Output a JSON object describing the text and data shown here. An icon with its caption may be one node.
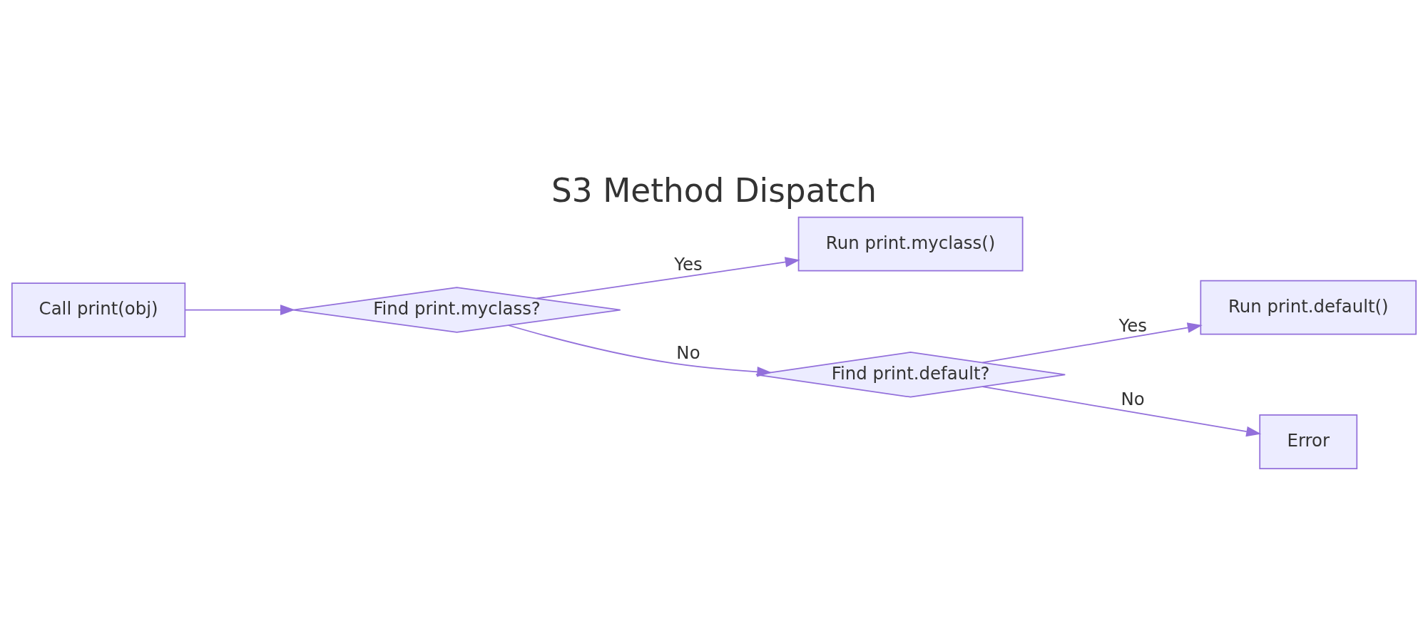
{
  "diagram": {
    "title": "S3 Method Dispatch",
    "nodes": [
      {
        "text": [
          "Call print(obj)"
        ]
      },
      {
        "text": [
          "Find print.myclass?"
        ]
      },
      {
        "text": [
          "Run print.myclass()"
        ]
      },
      {
        "text": [
          "Find print.default?"
        ]
      },
      {
        "text": [
          "Run print.default()"
        ]
      },
      {
        "text": [
          "Error"
        ]
      }
    ],
    "edges": [
      {
        "from": 0,
        "to": 1,
        "arrow": "to"
      },
      {
        "from": 1,
        "to": 2,
        "arrow": "to",
        "label": "Yes"
      },
      {
        "from": 1,
        "to": 3,
        "arrow": "to",
        "label": "No"
      },
      {
        "from": 3,
        "to": 4,
        "arrow": "to",
        "label": "Yes"
      },
      {
        "from": 3,
        "to": 5,
        "arrow": "to",
        "label": "No"
      }
    ]
  }
}
